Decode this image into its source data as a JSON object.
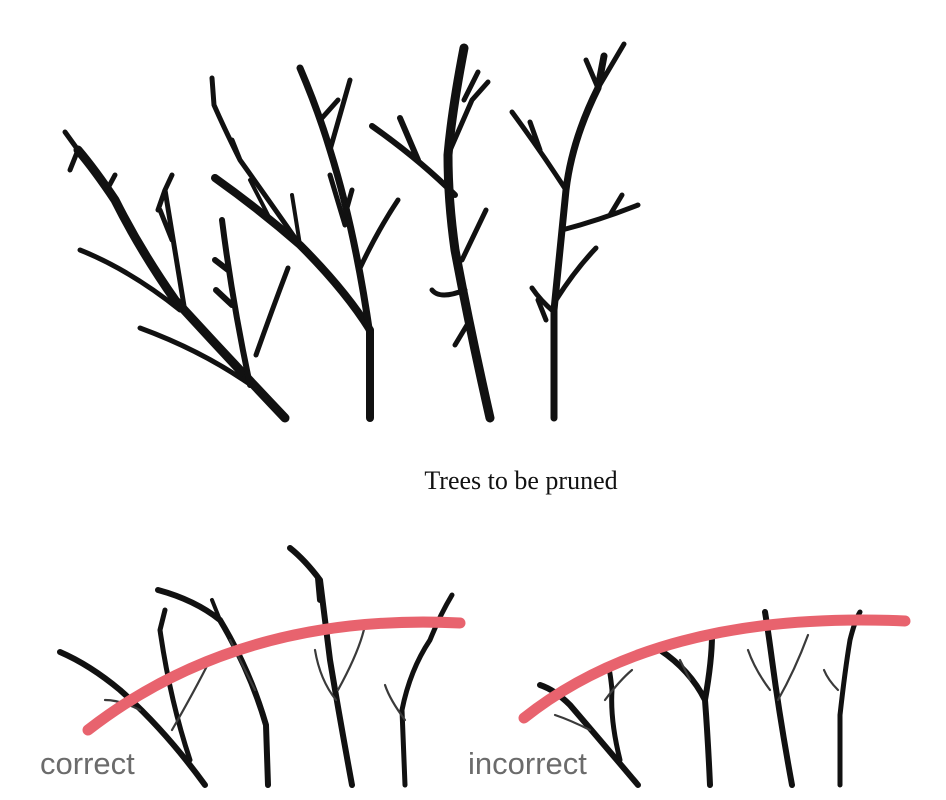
{
  "caption": "Trees to be pruned",
  "labels": {
    "correct": "correct",
    "incorrect": "incorrect"
  },
  "colors": {
    "branch": "#111111",
    "pruning_line": "#e8636e"
  }
}
